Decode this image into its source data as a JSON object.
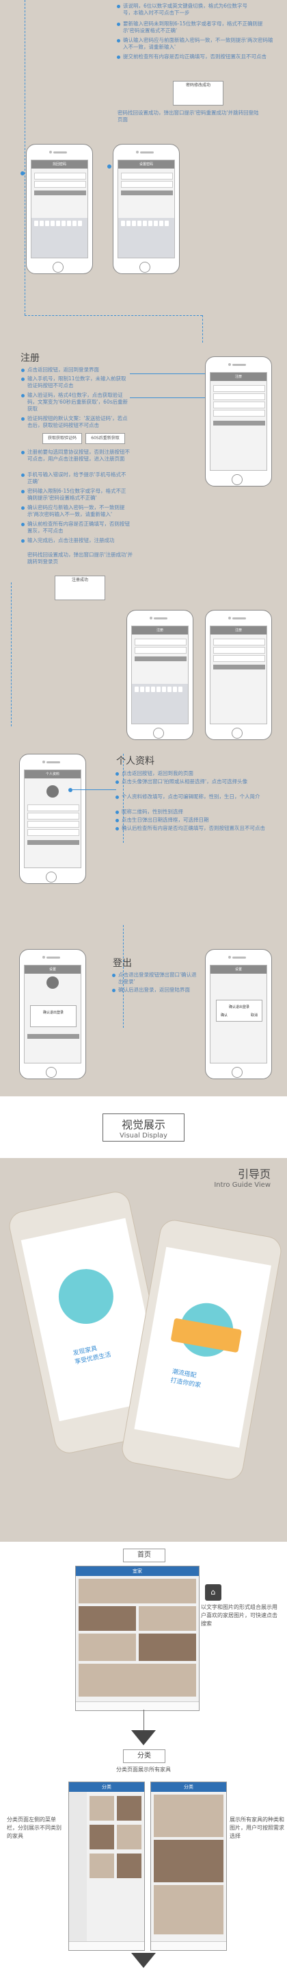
{
  "wire_top": {
    "bullets": [
      "该说明，6位以数字或英文键盘切换，格式为6位数字号",
      "号，本输入时不可点击下一步",
      "要新输入密码未到限制6-15位数字或者字母，格式不正确则提示'密码设置格式不正确'",
      "确认输入密码应与前面新输入密码一致，不一致则提示'两次密码输入不一致，请重新输入'",
      "提交前检查所有内容是否均正确填写，否则按钮置灰且不可点击"
    ],
    "tip": "密码修改成功",
    "note": "密码找回设置成功，弹出窗口提示'密码重置成功'并跳转回登陆页面"
  },
  "register": {
    "title": "注册",
    "bullets": [
      "点击返回按钮，返回到登录界面",
      "输入手机号，限制11位数字，未输入前获取验证码按钮不可点击",
      "输入验证码，格式4位数字，点击获取验证码，文案变为'60秒后重新获取'，60s后重新获取",
      "验证码按钮的默认文案：'发送验证码'，若点击后，获取验证码按钮不可点击"
    ],
    "pill_a": "获取获取验证码",
    "pill_b": "60S后重新获取",
    "bullets2": [
      "注册前要勾选同意协议按钮，否则注册按钮不可点击，用户点击注册按钮，进入注册页面",
      "手机号输入错误时，给予提示'手机号格式不正确'",
      "密码输入限制6-15位数字或字母，格式不正确则提示'密码设置格式不正确'",
      "确认密码应与新输入密码一致，不一致则提示'两次密码输入不一致，请重新输入'",
      "确认前检查所有内容是否正确填写，否则按钮置灰，不可点击",
      "输入完成后，点击注册按钮，注册成功"
    ],
    "note": "密码找回设置成功，弹出窗口提示'注册成功'并跳转到登录页",
    "tip": "注册成功"
  },
  "profile": {
    "title": "个人资料",
    "bullets": [
      "点击返回按钮，返回到我的页面",
      "点击头像弹出窗口'拍照或从相册选择'，点击可选择头像",
      "个人资料修改填写，点击可编辑昵称，性别，生日，个人简介",
      "昵称二维码，性别性别选择",
      "点击生日弹出日期选择框，可选择日期",
      "确认后检查所有内容是否均正确填写，否则按钮置灰且不可点击"
    ]
  },
  "logout": {
    "title": "登出",
    "bullets": [
      "点击退出登录按钮弹出窗口'确认退出登录'",
      "确认后退出登录，返回登陆界面"
    ],
    "dialog": "确认退出登录",
    "ok": "确认",
    "cancel": "取消"
  },
  "visual": {
    "title_cn": "视觉展示",
    "title_en": "Visual Display"
  },
  "guide": {
    "title_cn": "引导页",
    "title_en": "Intro Guide View",
    "slide1": "发现家具\n享受优质生活",
    "slide2": "潮流搭配\n打造你的家"
  },
  "flow": {
    "home_label": "首页",
    "home_caption": "以文字和图片的形式组合展示用户喜欢的家居图片，可快速点击搜索",
    "category_label": "分类",
    "category_sub": "分类页面展示所有家具",
    "category_caption_left": "分类页面左侧的菜单栏，分别展示不同类别的家具",
    "category_caption_right": "展示所有家具的种类和图片，用户可按照需求选择",
    "app_title": "宜家",
    "cat_title": "分类"
  },
  "colors": {
    "bg": "#d6cfc6",
    "accent": "#3b8fd5",
    "brand": "#2f6fb3"
  }
}
